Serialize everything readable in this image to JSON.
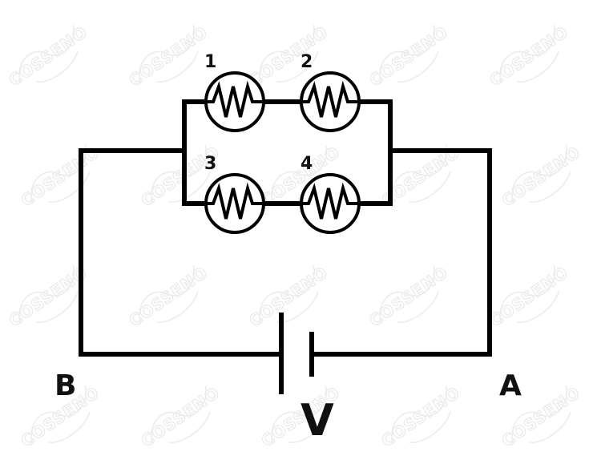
{
  "watermark": {
    "text": "COSSENO"
  },
  "bulbs": [
    {
      "label": "1"
    },
    {
      "label": "2"
    },
    {
      "label": "3"
    },
    {
      "label": "4"
    }
  ],
  "nodes": {
    "left": "B",
    "right": "A"
  },
  "source": {
    "label": "V"
  }
}
